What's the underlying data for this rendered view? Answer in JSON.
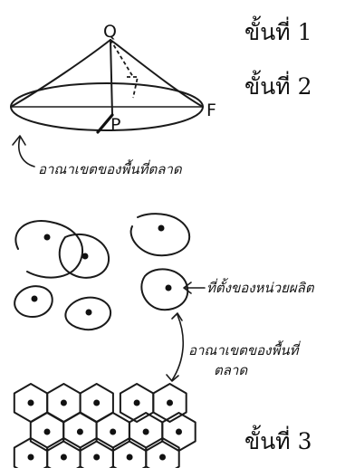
{
  "steps": {
    "step1": "ขั้นที่ 1",
    "step2": "ขั้นที่ 2",
    "step3": "ขั้นที่ 3"
  },
  "cone": {
    "apex_label": "Q",
    "center_label": "P",
    "edge_label": "F"
  },
  "annotations": {
    "market_area": "อาณาเขตของพื้นที่ตลาด",
    "production_site": "ที่ตั้งของหน่วยผลิต",
    "market_area_2_line1": "อาณาเขตของพื้นที่",
    "market_area_2_line2": "ตลาด"
  }
}
